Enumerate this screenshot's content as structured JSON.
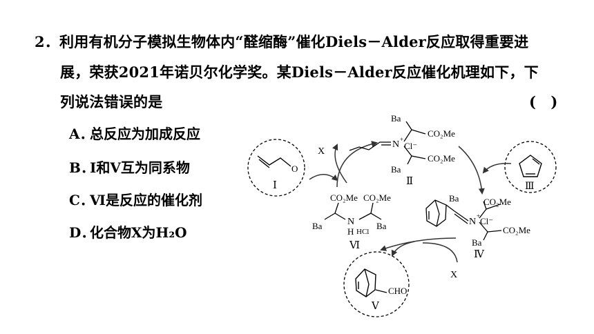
{
  "question": {
    "number": "2．",
    "line1": "利用有机分子模拟生物体内“醛缩酶”催化Diels－Alder反应取得重要进",
    "line2": "展，荣获2021年诺贝尔化学奖。某Diels－Alder反应催化机理如下，下",
    "line3": "列说法错误的是",
    "answer_bracket": "(　)"
  },
  "options": [
    {
      "letter": "A．",
      "text": "总反应为加成反应"
    },
    {
      "letter": "B．",
      "text": "Ⅰ和Ⅴ互为同系物"
    },
    {
      "letter": "C．",
      "text": "Ⅵ是反应的催化剂"
    },
    {
      "letter": "D．",
      "text": "化合物X为H₂O"
    }
  ],
  "scheme": {
    "labels": {
      "I": "Ⅰ",
      "II": "Ⅱ",
      "III": "Ⅲ",
      "IV": "Ⅳ",
      "V": "Ⅴ",
      "VI": "Ⅵ",
      "X_top": "X",
      "X_bottom": "X"
    },
    "compound_II": {
      "ba_top": "Ba",
      "co2me_top": "CO₂Me",
      "n_plus": "N",
      "plus": "+",
      "cl": "Cl⁻",
      "co2me_bottom": "CO₂Me",
      "ba_bottom": "Ba"
    },
    "compound_IV": {
      "ba_top": "Ba",
      "co2me_top": "CO₂Me",
      "n_plus": "N",
      "plus": "+",
      "cl": "Cl⁻",
      "co2me_bottom": "CO₂Me",
      "ba_bottom": "Ba"
    },
    "compound_V": {
      "cho": "CHO"
    },
    "compound_VI": {
      "co2me_left": "CO₂Me",
      "co2me_right": "CO₂Me",
      "ba_left": "Ba",
      "ba_right": "Ba",
      "nh_n": "N",
      "nh_h": "H",
      "hcl": "HCl"
    }
  }
}
